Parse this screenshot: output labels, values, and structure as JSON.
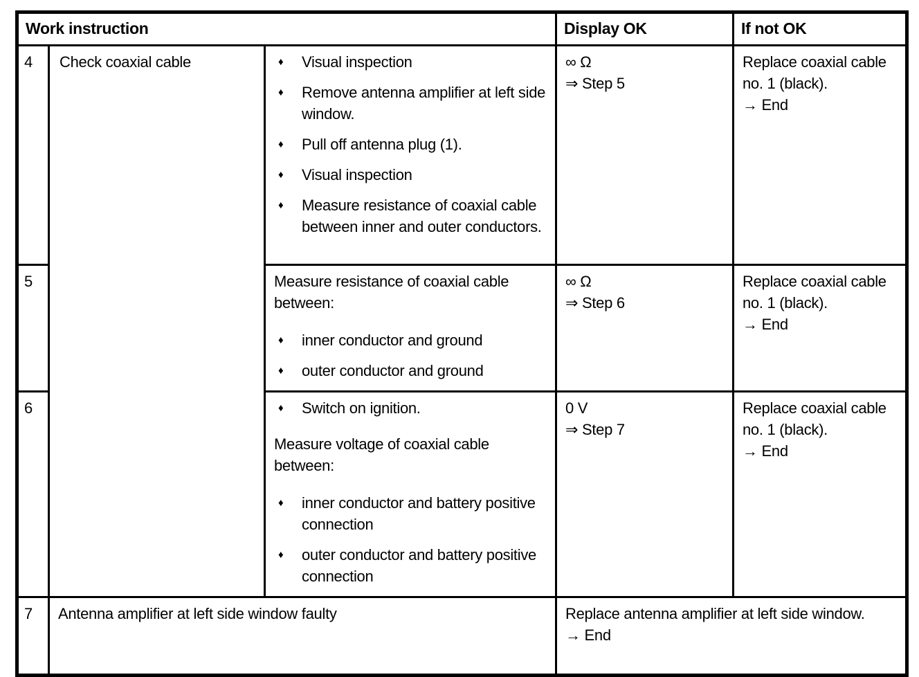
{
  "document": {
    "bullet_glyph": "♦",
    "header": {
      "work_instruction": "Work instruction",
      "display_ok": "Display OK",
      "if_not_ok": "If not OK"
    },
    "shared_task": "Check coaxial cable",
    "step4": {
      "number": "4",
      "bullets": [
        "Visual inspection",
        "Remove antenna amplifier at left side window.",
        "Pull off antenna plug (1).",
        "Visual inspection",
        "Measure resistance of coaxial cable between inner and outer conductors."
      ],
      "display_ok_reading": "∞ Ω",
      "display_ok_next": "⇒ Step 5",
      "if_not_ok_action": "Replace coaxial cable no. 1 (black).",
      "if_not_ok_end": "→ End"
    },
    "step5": {
      "number": "5",
      "intro": "Measure resistance of coaxial cable between:",
      "bullets": [
        "inner conductor and ground",
        "outer conductor and ground"
      ],
      "display_ok_reading": "∞ Ω",
      "display_ok_next": "⇒ Step 6",
      "if_not_ok_action": "Replace coaxial cable no. 1 (black).",
      "if_not_ok_end": "→ End"
    },
    "step6": {
      "number": "6",
      "pre_bullet": "Switch on ignition.",
      "intro": "Measure voltage of coaxial cable between:",
      "bullets": [
        "inner conductor and battery positive connection",
        "outer conductor and battery positive connection"
      ],
      "display_ok_reading": "0 V",
      "display_ok_next": "⇒ Step 7",
      "if_not_ok_action": "Replace coaxial cable no. 1 (black).",
      "if_not_ok_end": "→ End"
    },
    "step7": {
      "number": "7",
      "finding": "Antenna amplifier at left side window faulty",
      "action": "Replace antenna amplifier at left side window.",
      "end": "→ End"
    }
  }
}
